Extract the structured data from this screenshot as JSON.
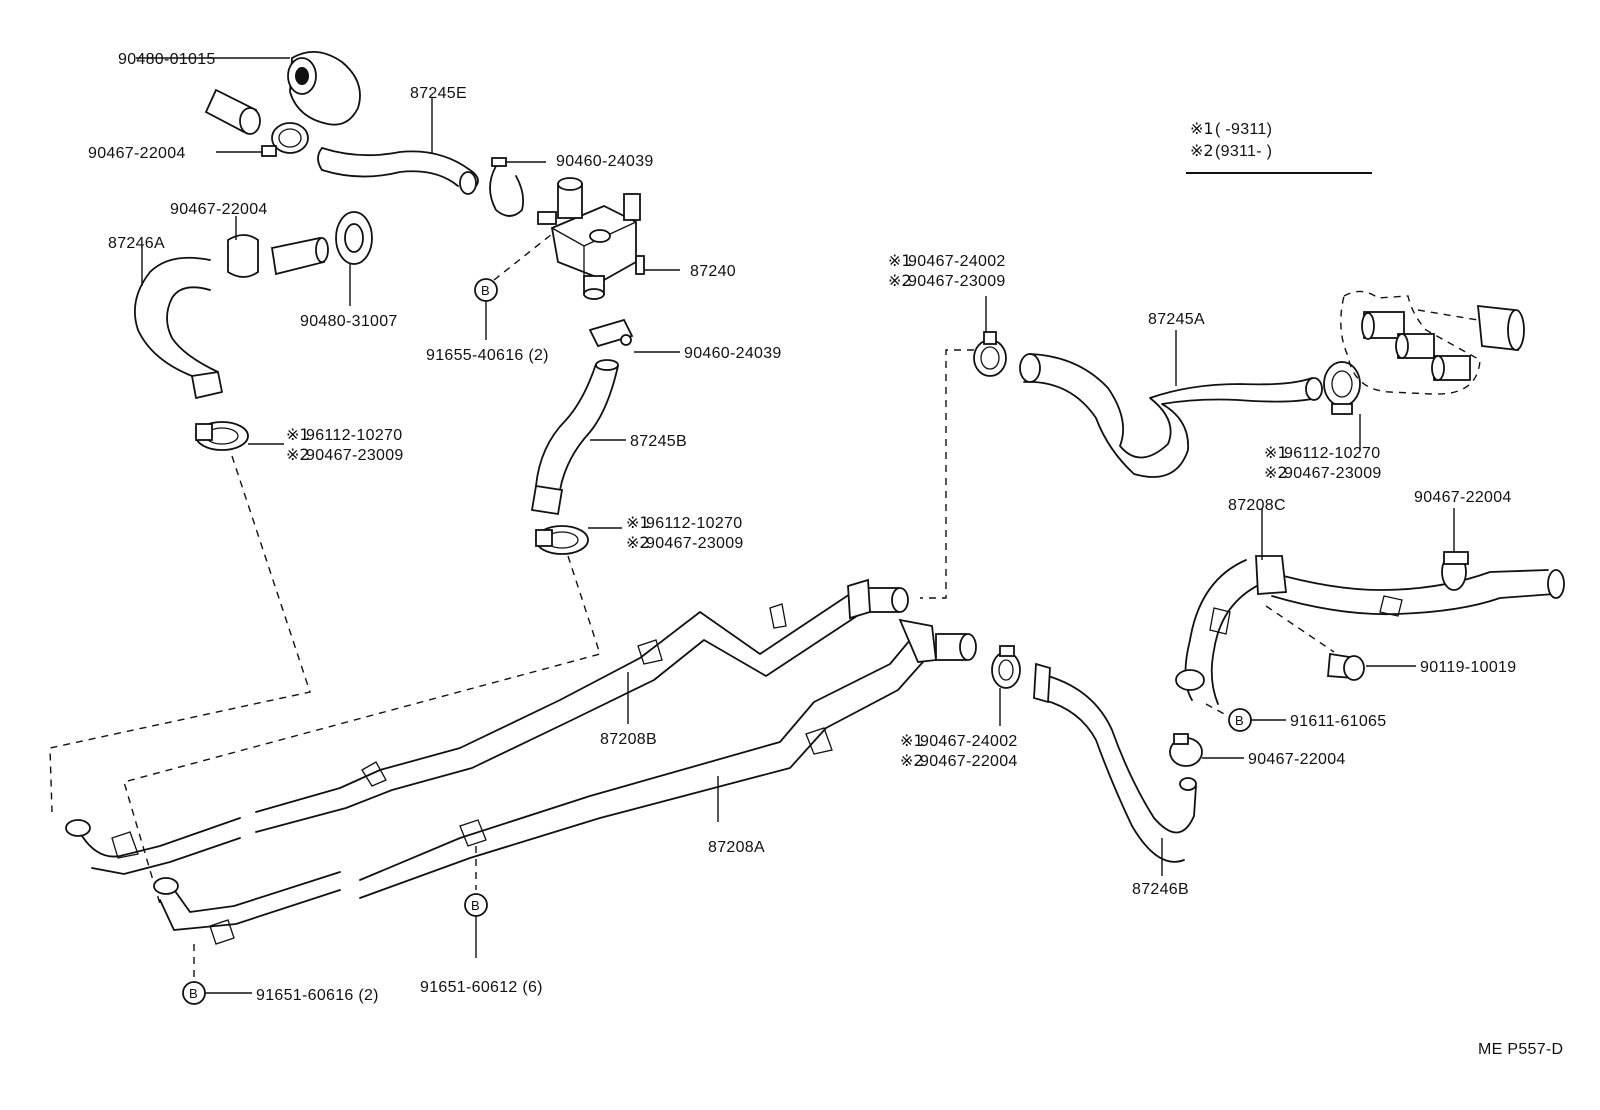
{
  "legend": {
    "row1": {
      "mark": "※1",
      "text": "(        -9311)"
    },
    "row2": {
      "mark": "※2",
      "text": "(9311-        )"
    }
  },
  "parts": {
    "p_9048001015": "90480-01015",
    "p_87245E": "87245E",
    "p_9046722004_a": "90467-22004",
    "p_9046024039_a": "90460-24039",
    "p_9046722004_b": "90467-22004",
    "p_87246A": "87246A",
    "p_9048031007": "90480-31007",
    "p_87240": "87240",
    "p_9165540616": "91655-40616 (2)",
    "p_9046024039_b": "90460-24039",
    "p_87245B": "87245B",
    "clampL_1": "96112-10270",
    "clampL_2": "90467-23009",
    "clampM_1": "96112-10270",
    "clampM_2": "90467-23009",
    "clampTR_1": "90467-24002",
    "clampTR_2": "90467-23009",
    "p_87245A": "87245A",
    "clampR_1": "96112-10270",
    "clampR_2": "90467-23009",
    "p_87208C": "87208C",
    "p_9046722004_c": "90467-22004",
    "p_9011910019": "90119-10019",
    "p_9161161065": "91611-61065",
    "p_9046722004_d": "90467-22004",
    "clampBM_1": "90467-24002",
    "clampBM_2": "90467-22004",
    "p_87208B": "87208B",
    "p_87208A": "87208A",
    "p_87246B": "87246B",
    "p_9165160612": "91651-60612 (6)",
    "p_9165160616": "91651-60616 (2)",
    "mark1": "※1",
    "mark2": "※2",
    "bolt_symbol": "B"
  },
  "footer": {
    "code": "ME P557-D"
  }
}
